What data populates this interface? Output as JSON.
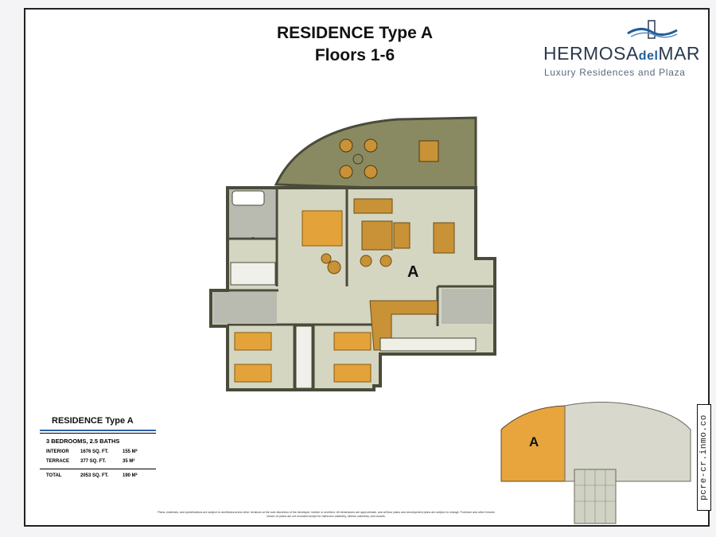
{
  "header": {
    "title": "RESIDENCE Type A",
    "subtitle": "Floors 1-6"
  },
  "brand": {
    "name_part1": "HERMOSA",
    "name_part2": "del",
    "name_part3": "MAR",
    "tagline": "Luxury Residences and Plaza"
  },
  "plan": {
    "unit_label": "A"
  },
  "key_plan": {
    "unit_label": "A"
  },
  "specs": {
    "title": "RESIDENCE Type A",
    "summary": "3 BEDROOMS, 2.5 BATHS",
    "rows": [
      {
        "label": "INTERIOR",
        "sqft": "1676 SQ. FT.",
        "m2": "155 M²"
      },
      {
        "label": "TERRACE",
        "sqft": "377 SQ. FT.",
        "m2": "35 M²"
      }
    ],
    "total": {
      "label": "TOTAL",
      "sqft": "2053 SQ. FT.",
      "m2": "190 M²"
    }
  },
  "disclaimer": "Plans, materials, and specifications are subject to architectural and other revisions at the sole discretion of the developer, builder or architect. All dimensions are approximate, and all floor plans and development plans are subject to change. Furniture and other fixtures shown on plans are not included except for bathroom cabinetry, kitchen cabinetry, and closets.",
  "watermark": "pcre-cr.inmo.co",
  "colors": {
    "terrace": "#8a8a62",
    "floor": "#d4d6c2",
    "wall": "#4a4b3a",
    "bed": "#e3a33a",
    "furniture": "#c99236",
    "keyplan_highlight": "#e8a53d",
    "brand_blue": "#1f5f9a"
  }
}
